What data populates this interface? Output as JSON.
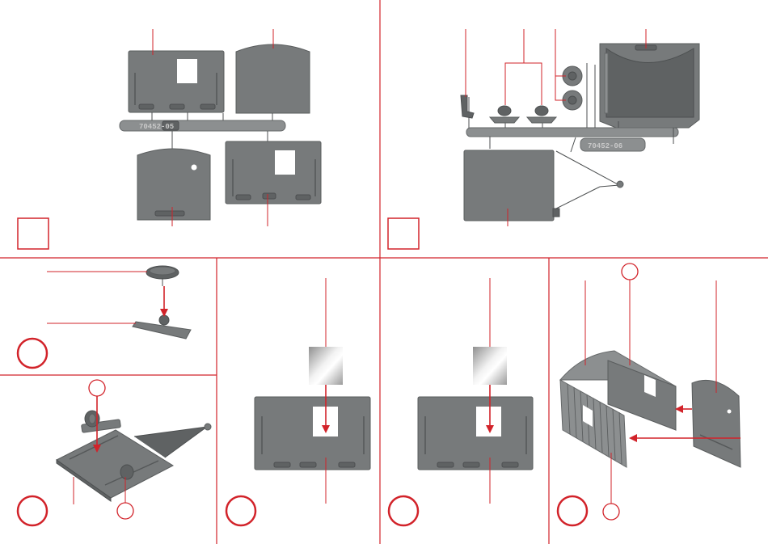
{
  "sheet": {
    "accent_color": "#d2232a",
    "plastic_color": "#777a7b"
  },
  "panels": [
    {
      "id": "sprue-1",
      "badge_shape": "square",
      "badge_label": ""
    },
    {
      "id": "sprue-2",
      "badge_shape": "square",
      "badge_label": ""
    },
    {
      "id": "step-1",
      "badge_shape": "circle",
      "badge_label": ""
    },
    {
      "id": "step-2",
      "badge_shape": "circle",
      "badge_label": ""
    },
    {
      "id": "step-3",
      "badge_shape": "circle",
      "badge_label": ""
    },
    {
      "id": "step-4",
      "badge_shape": "circle",
      "badge_label": ""
    },
    {
      "id": "step-5",
      "badge_shape": "circle",
      "badge_label": ""
    }
  ],
  "sprue_markings": {
    "sprue_1": "70452-05",
    "sprue_2": "70452-06"
  },
  "glazing": {
    "step_3": "window-pane",
    "step_4": "window-pane"
  }
}
